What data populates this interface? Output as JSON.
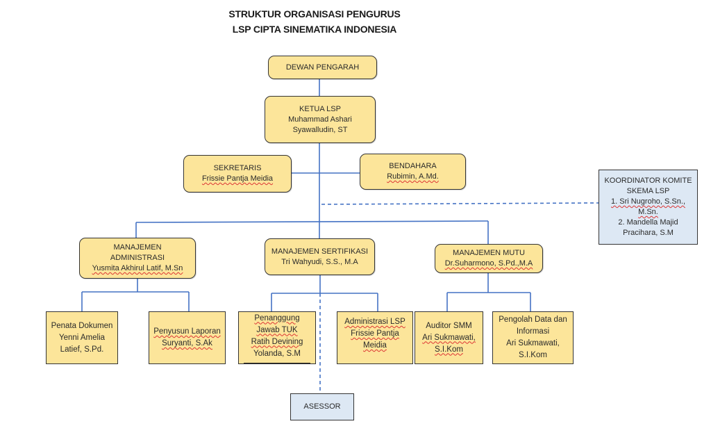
{
  "title": {
    "line1": "STRUKTUR ORGANISASI PENGURUS",
    "line2": "LSP CIPTA SINEMATIKA INDONESIA"
  },
  "colors": {
    "box_fill": "#fce59a",
    "blue_box_fill": "#dde8f4",
    "connector": "#4472c4",
    "border": "#333333"
  },
  "dewan": {
    "label": "DEWAN PENGARAH"
  },
  "ketua": {
    "role": "KETUA LSP",
    "name1": "Muhammad Ashari",
    "name2": "Syawalludin, ST"
  },
  "sekretaris": {
    "role": "SEKRETARIS",
    "name": "Frissie Pantja Meidia"
  },
  "bendahara": {
    "role": "BENDAHARA",
    "name": "Rubimin, A.Md."
  },
  "koordinator": {
    "title1": "KOORDINATOR KOMITE",
    "title2": "SKEMA LSP",
    "item1a": "1.  Sri Nugroho, S.Sn.,",
    "item1b": "M.Sn.",
    "item2a": "2.  Mandella Majid",
    "item2b": "Pracihara, S.M"
  },
  "administrasi": {
    "role1": "MANAJEMEN",
    "role2": "ADMINISTRASI",
    "name": "Yusmita Akhirul Latif, M.Sn"
  },
  "sertifikasi": {
    "role": "MANAJEMEN SERTIFIKASI",
    "name": "Tri Wahyudi, S.S., M.A"
  },
  "mutu": {
    "role": "MANAJEMEN MUTU",
    "name": "Dr.Suharmono, S.Pd.,M.A"
  },
  "penata": {
    "line1": "Penata Dokumen",
    "line2": "Yenni Amelia",
    "line3": "Latief, S.Pd."
  },
  "penyusun": {
    "line1": "Penyusun Laporan",
    "line2": "Suryanti, S.Ak"
  },
  "penanggung": {
    "line1": "Penanggung",
    "line2": "Jawab TUK",
    "line3": "Ratih Devining",
    "line4": "Yolanda, S.M"
  },
  "admin_lsp": {
    "line1": "Administrasi LSP",
    "line2": "Frissie Pantja",
    "line3": "Meidia"
  },
  "auditor": {
    "line1": "Auditor SMM",
    "line2": "Ari Sukmawati,",
    "line3": "S.I.Kom"
  },
  "pengolah": {
    "line1": "Pengolah Data dan",
    "line2": "Informasi",
    "line3": "Ari Sukmawati,",
    "line4": "S.I.Kom"
  },
  "asesor": {
    "label": "ASESSOR"
  }
}
